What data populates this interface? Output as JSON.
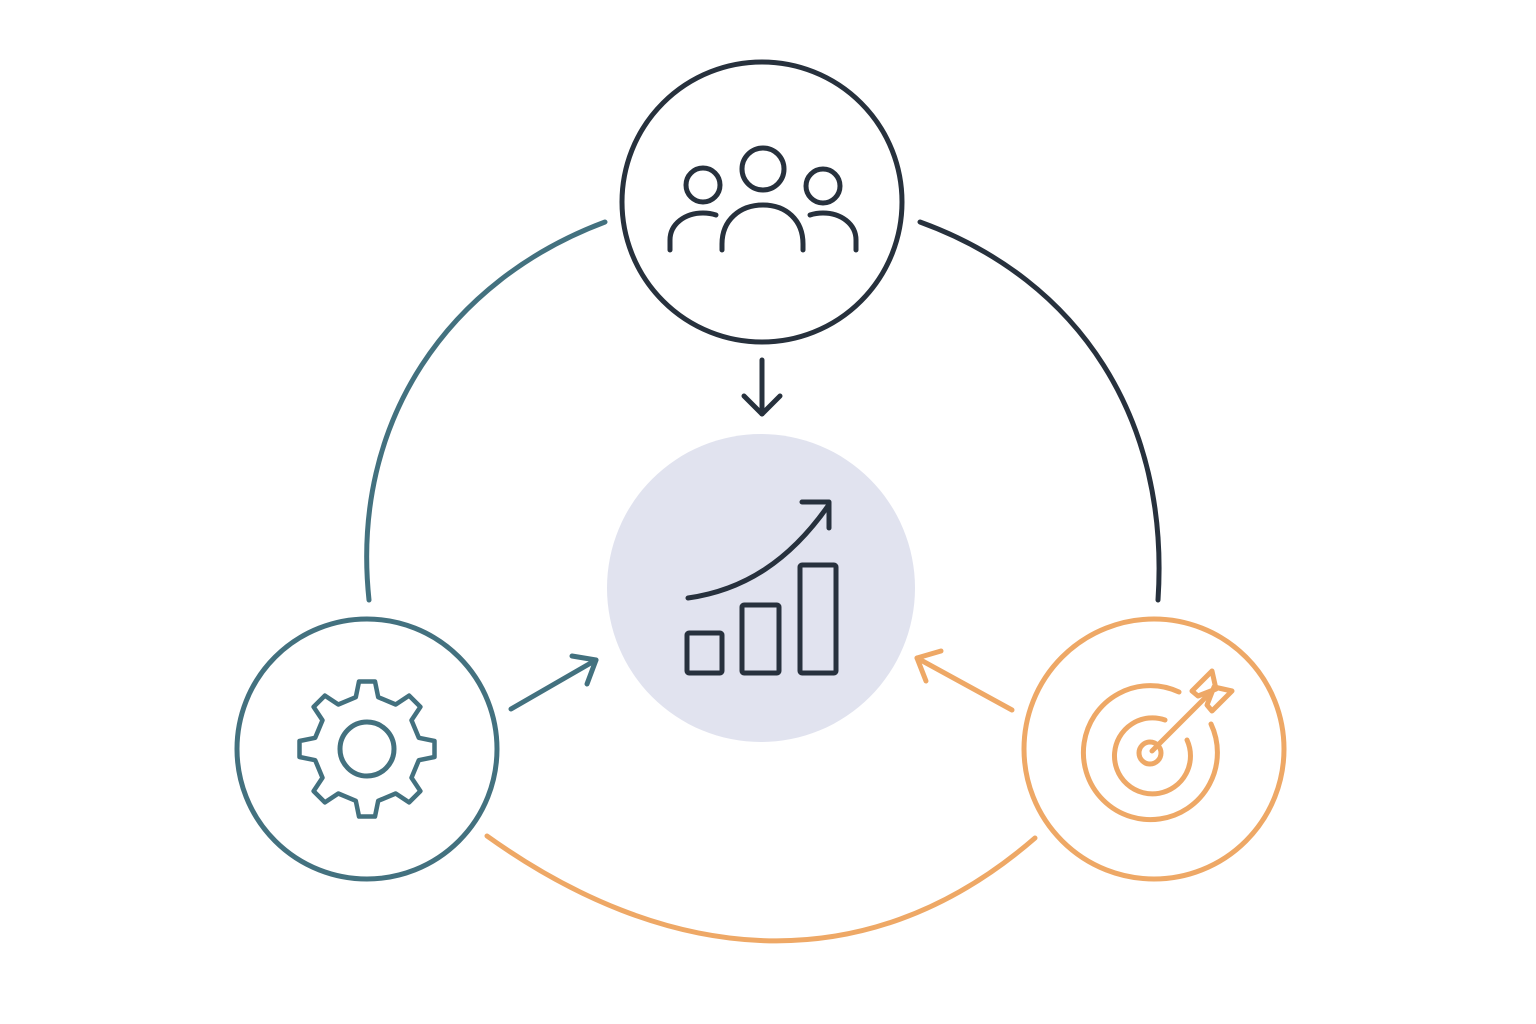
{
  "diagram": {
    "colors": {
      "background": "#ffffff",
      "people": "#27313d",
      "process": "#43717f",
      "target": "#eea866",
      "growth_fill": "#e1e3ef",
      "growth_icon": "#27313d"
    },
    "nodes": [
      {
        "id": "people",
        "icon": "people-group-icon"
      },
      {
        "id": "process",
        "icon": "gear-icon"
      },
      {
        "id": "goal",
        "icon": "target-arrow-icon"
      },
      {
        "id": "growth",
        "icon": "bar-chart-growth-icon"
      }
    ],
    "connections": [
      {
        "from": "people",
        "to": "process",
        "kind": "arc"
      },
      {
        "from": "people",
        "to": "goal",
        "kind": "arc"
      },
      {
        "from": "process",
        "to": "goal",
        "kind": "arc"
      },
      {
        "from": "people",
        "to": "growth",
        "kind": "arrow"
      },
      {
        "from": "process",
        "to": "growth",
        "kind": "arrow"
      },
      {
        "from": "goal",
        "to": "growth",
        "kind": "arrow"
      }
    ]
  }
}
